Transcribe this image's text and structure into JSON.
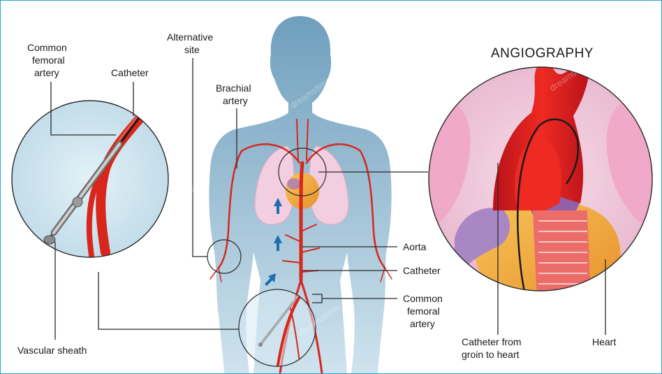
{
  "title": "ANGIOGRAPHY",
  "labels": {
    "common_femoral_artery_left": [
      "Common",
      "femoral",
      "artery"
    ],
    "catheter_top": "Catheter",
    "alternative_site": [
      "Alternative",
      "site"
    ],
    "brachial_artery": [
      "Brachial",
      "artery"
    ],
    "aorta": "Aorta",
    "catheter_right": "Catheter",
    "common_femoral_artery_right": [
      "Common",
      "femoral",
      "artery"
    ],
    "vascular_sheath": "Vascular sheath",
    "catheter_from_groin": [
      "Catheter from",
      "groin to heart"
    ],
    "heart": "Heart"
  },
  "colors": {
    "body": "#8ab6cd",
    "artery": "#d8261c",
    "lung": "#f3cde0",
    "heart": "#f0a73a",
    "circle_bg": "#c9e2ee",
    "border": "#29a3d8"
  },
  "watermark": "dreamstime"
}
